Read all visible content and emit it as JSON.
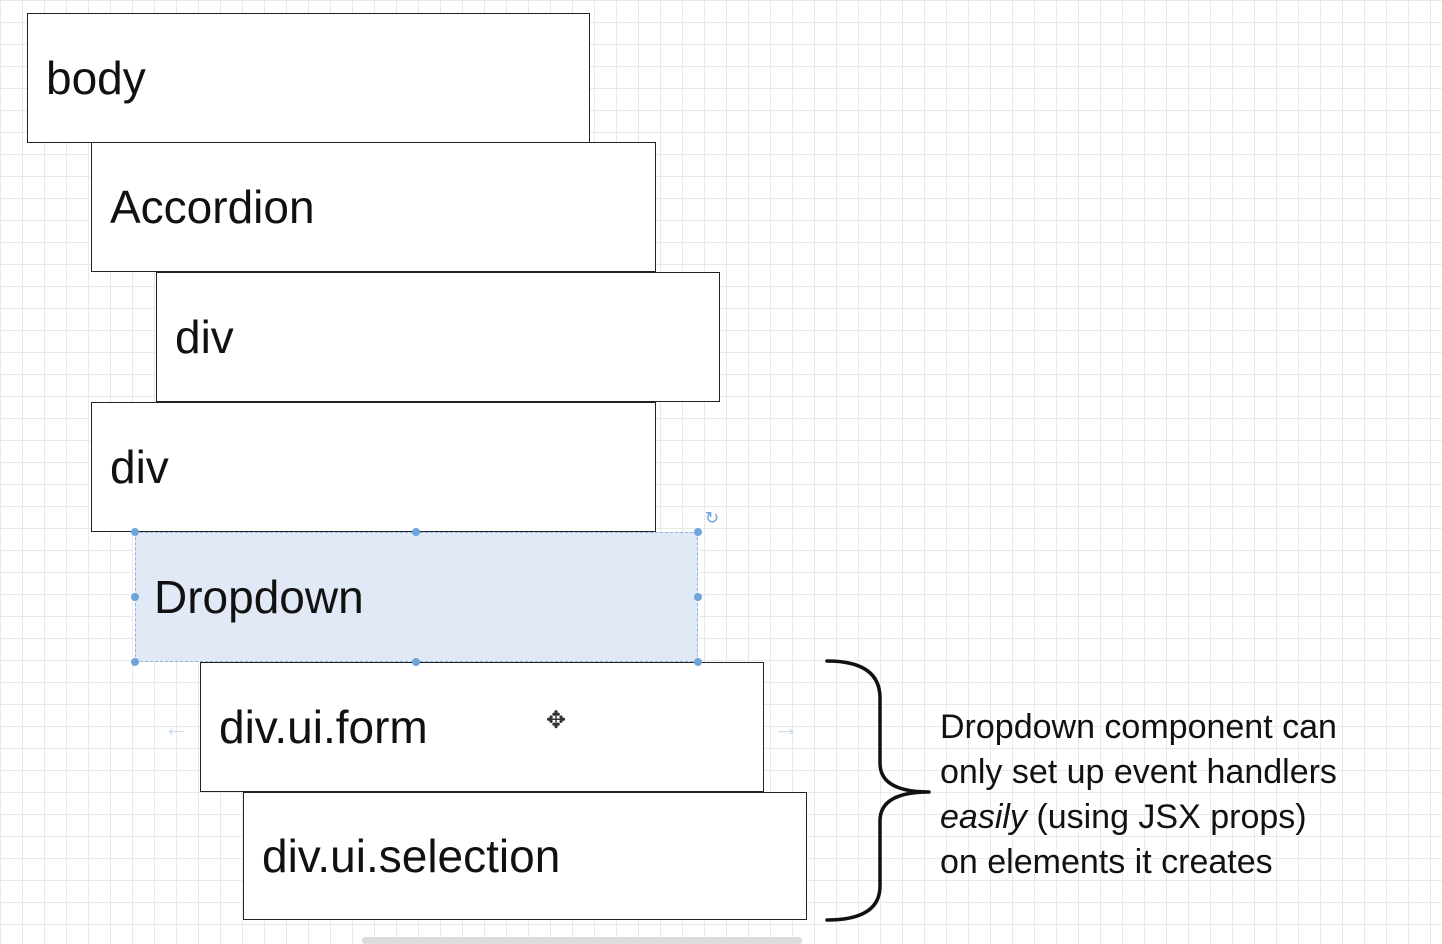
{
  "diagram": {
    "boxes": [
      {
        "label": "body"
      },
      {
        "label": "Accordion"
      },
      {
        "label": "div"
      },
      {
        "label": "div"
      },
      {
        "label": "Dropdown",
        "selected": true
      },
      {
        "label": "div.ui.form"
      },
      {
        "label": "div.ui.selection"
      }
    ],
    "annotation": {
      "line1": "Dropdown component can",
      "line2": "only set up event handlers",
      "line3_emphasis": "easily",
      "line3_rest": " (using JSX props)",
      "line4": "on elements it creates"
    }
  },
  "icons": {
    "rotate": "rotate-icon",
    "move_cursor": "move-cursor-icon",
    "resize_arrows": "resize-arrow-icon"
  },
  "colors": {
    "selected_fill": "#e1e8f6",
    "selection_handle": "#6fa4d8",
    "box_border": "#222222",
    "grid": "#e9e9e9"
  }
}
